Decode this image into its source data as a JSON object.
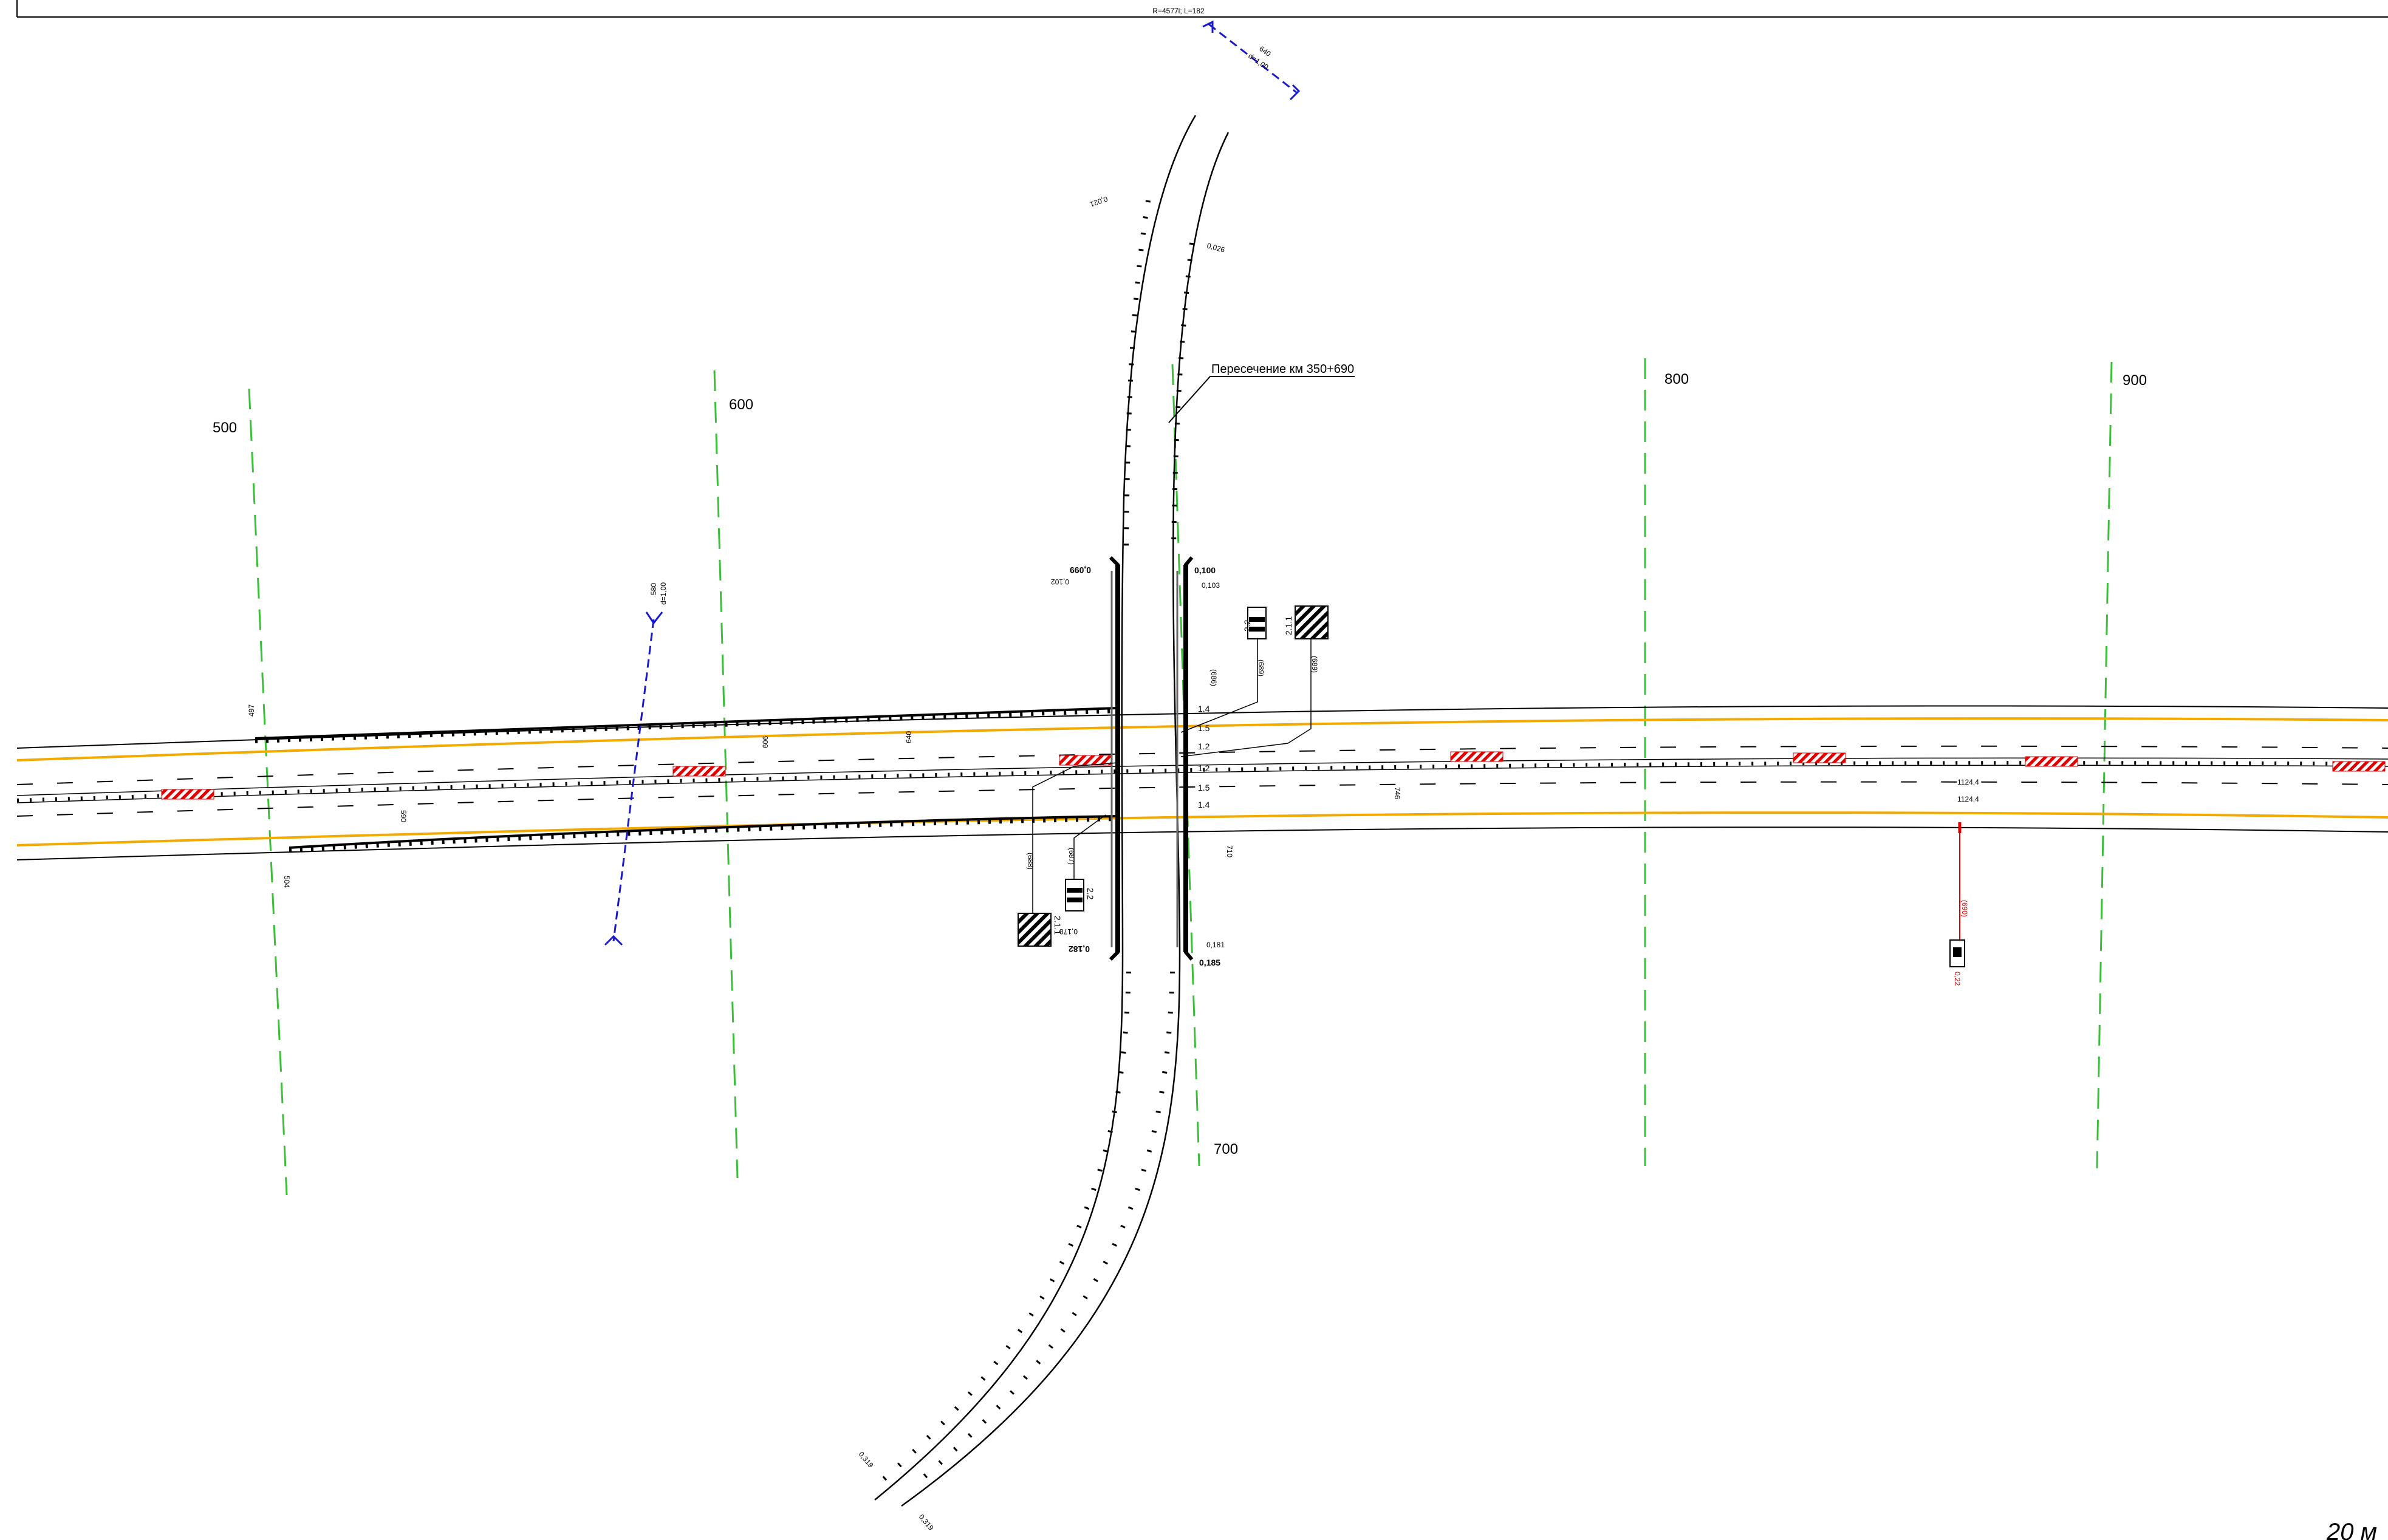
{
  "top_note": "R=4577l; L=182",
  "grid_labels": [
    "500",
    "600",
    "700",
    "800",
    "900"
  ],
  "intersection_label": "Пересечение км 350+690",
  "signs": {
    "upper_22": "2.2",
    "upper_211": "2.1.1",
    "lower_22": "2.2",
    "lower_211": "2.1.1",
    "ref_689a": "(689)",
    "ref_689b": "(689)",
    "ref_688": "(688)",
    "ref_687": "(687)",
    "ref_686": "(686)"
  },
  "lane_widths": [
    "1.4",
    "1.5",
    "1.2",
    "1.2",
    "1.5",
    "1.4"
  ],
  "crossing_labels": {
    "top_left": "0,099",
    "top_left_sub": "0,102",
    "top_right": "0,100",
    "top_right_sub": "0,103",
    "bottom_left": "0,182",
    "bottom_left_sub": "0,178",
    "bottom_right": "0,185",
    "bottom_right_sub": "0,181",
    "road_top_start": "0,021",
    "road_top_right": "0,026",
    "road_bottom_left": "0,319",
    "road_bottom_right": "0,319"
  },
  "pickets": {
    "p497": "497",
    "p504": "504",
    "p580": "580",
    "p580_note": "d=1,00",
    "p590": "590",
    "p606": "606",
    "p640": "640",
    "p640_note": "d=1,00",
    "p640b": "640",
    "p710": "710",
    "p746": "746"
  },
  "markers": {
    "m1": "1124,4",
    "m2": "1124,4",
    "red_ref": "(690)",
    "red_val": "0,22"
  },
  "scale_label": "20 м",
  "colors": {
    "grid_line": "#3bbf3b",
    "edge_line": "#f2a900",
    "culvert": "#1a1acc",
    "hatch_red": "#e00000"
  }
}
